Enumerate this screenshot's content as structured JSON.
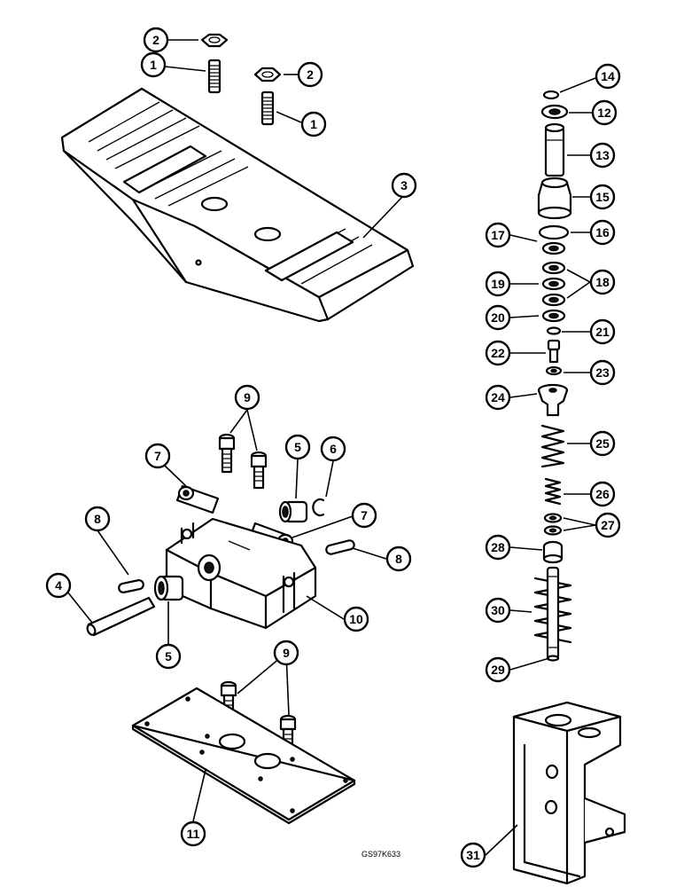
{
  "callouts": [
    {
      "label": "2"
    },
    {
      "label": "1"
    },
    {
      "label": "2"
    },
    {
      "label": "1"
    },
    {
      "label": "3"
    },
    {
      "label": "14"
    },
    {
      "label": "12"
    },
    {
      "label": "13"
    },
    {
      "label": "15"
    },
    {
      "label": "17"
    },
    {
      "label": "16"
    },
    {
      "label": "19"
    },
    {
      "label": "18"
    },
    {
      "label": "20"
    },
    {
      "label": "21"
    },
    {
      "label": "22"
    },
    {
      "label": "23"
    },
    {
      "label": "24"
    },
    {
      "label": "25"
    },
    {
      "label": "26"
    },
    {
      "label": "27"
    },
    {
      "label": "28"
    },
    {
      "label": "30"
    },
    {
      "label": "29"
    },
    {
      "label": "31"
    },
    {
      "label": "9"
    },
    {
      "label": "7"
    },
    {
      "label": "5"
    },
    {
      "label": "6"
    },
    {
      "label": "7"
    },
    {
      "label": "8"
    },
    {
      "label": "8"
    },
    {
      "label": "4"
    },
    {
      "label": "5"
    },
    {
      "label": "10"
    },
    {
      "label": "9"
    },
    {
      "label": "11"
    }
  ],
  "figure_code": "GS97K633"
}
